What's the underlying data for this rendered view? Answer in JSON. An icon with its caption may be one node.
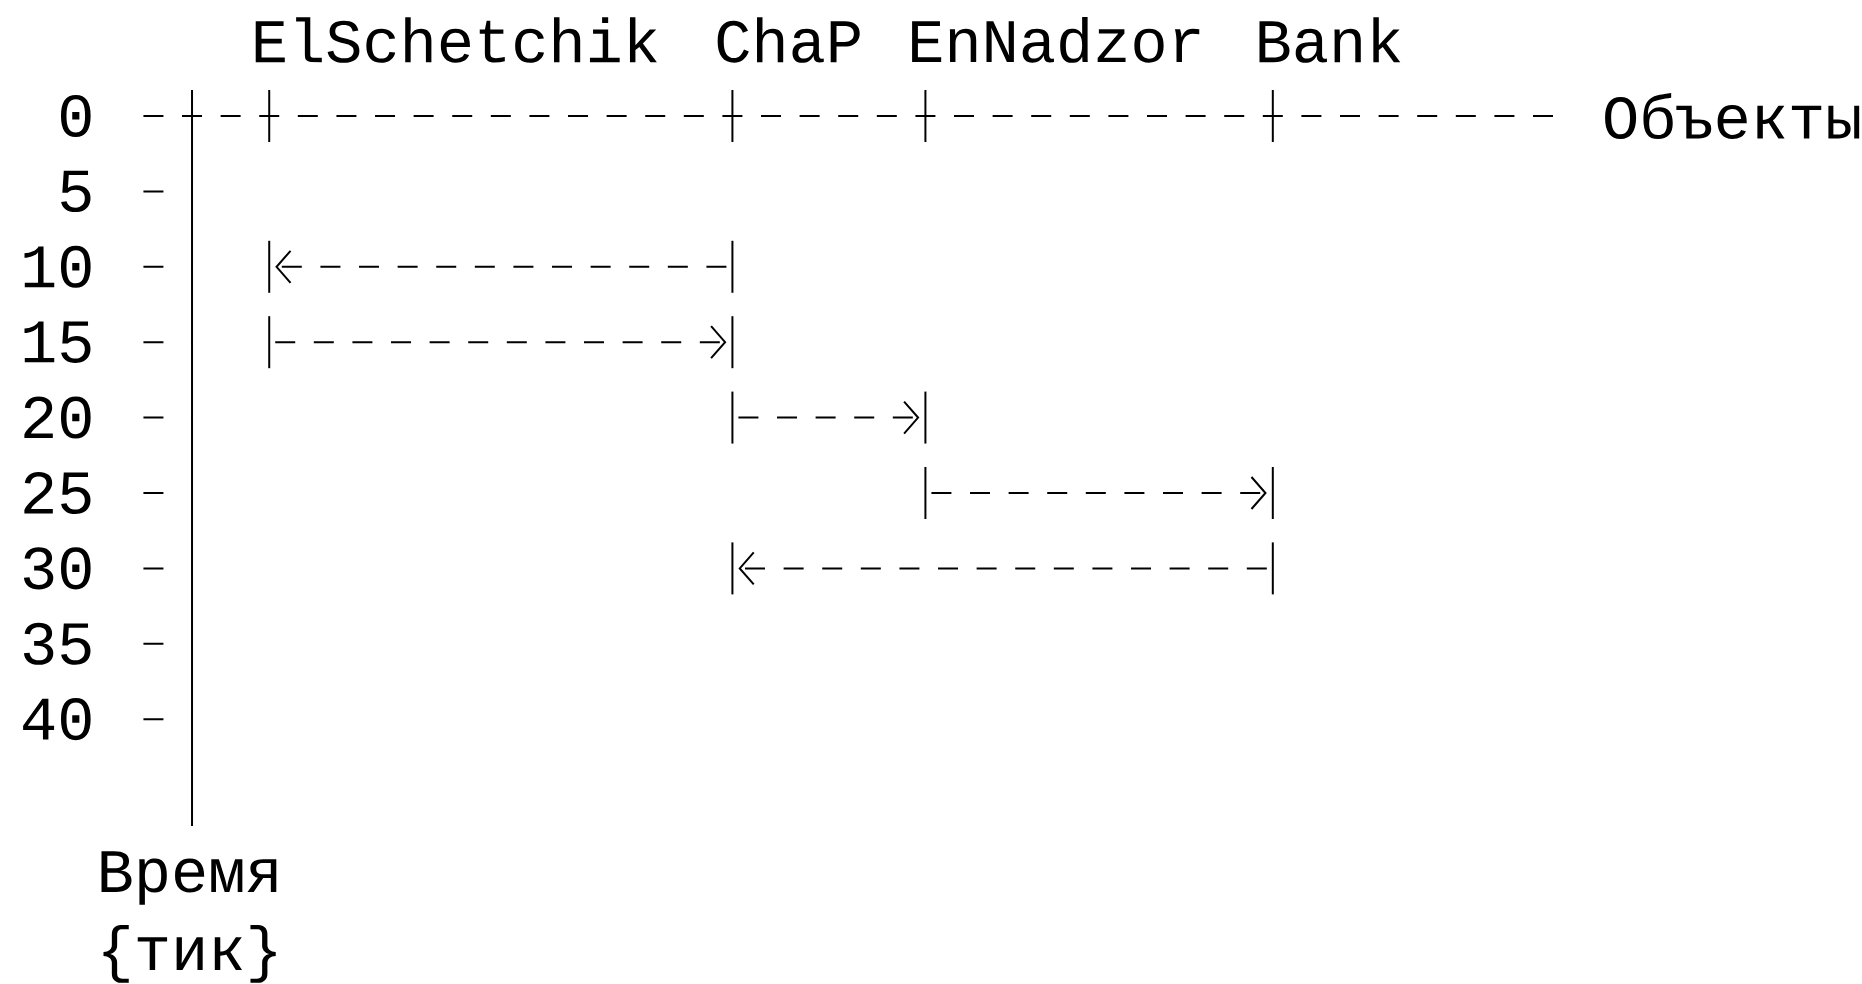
{
  "diagram": {
    "nodes": [
      {
        "text": [],
        "shape": "bar"
      },
      {
        "text": [],
        "shape": "bar"
      },
      {
        "text": [],
        "shape": "bar"
      },
      {
        "text": [],
        "shape": "bar"
      },
      {
        "text": [],
        "shape": "bar"
      },
      {
        "text": [],
        "shape": "bar"
      },
      {
        "text": [],
        "shape": "bar"
      },
      {
        "text": [],
        "shape": "bar"
      },
      {
        "text": [],
        "shape": "bar"
      },
      {
        "text": [],
        "shape": "bar"
      }
    ],
    "edges": [
      {
        "from": 1,
        "to": 0,
        "arrow": "to"
      },
      {
        "from": 2,
        "to": 3,
        "arrow": "to"
      },
      {
        "from": 4,
        "to": 5,
        "arrow": "to"
      },
      {
        "from": 6,
        "to": 7,
        "arrow": "to"
      },
      {
        "from": 9,
        "to": 8,
        "arrow": "to"
      }
    ],
    "labels": [
      "ElSchetchik",
      "ChaP",
      "EnNadzor",
      "Bank",
      "0",
      "Объекты",
      "5",
      "10",
      "15",
      "20",
      "25",
      "30",
      "35",
      "40",
      "Время",
      "{тик}"
    ]
  }
}
